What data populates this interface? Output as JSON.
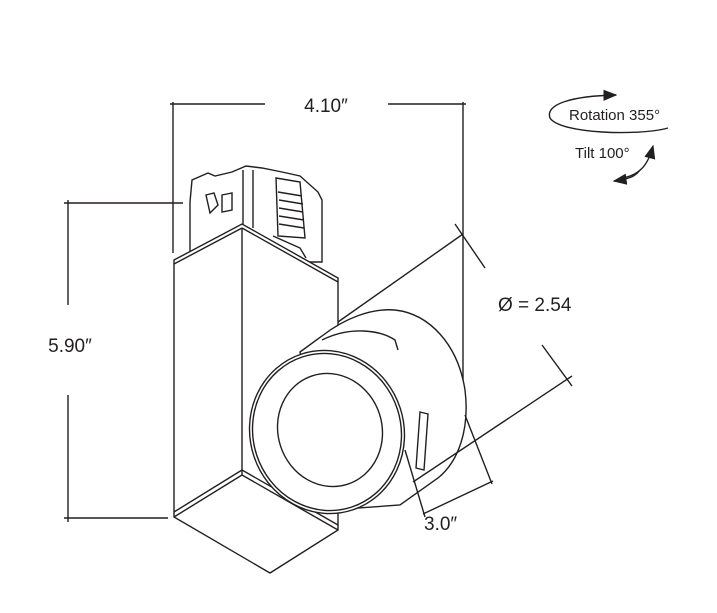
{
  "dimensions": {
    "width": "4.10″",
    "height": "5.90″",
    "diameter": "Ø = 2.54",
    "length": "3.0″"
  },
  "adjustment": {
    "rotation": "Rotation 355°",
    "tilt": "Tilt 100°"
  },
  "colors": {
    "line": "#231f20",
    "background": "#ffffff"
  }
}
